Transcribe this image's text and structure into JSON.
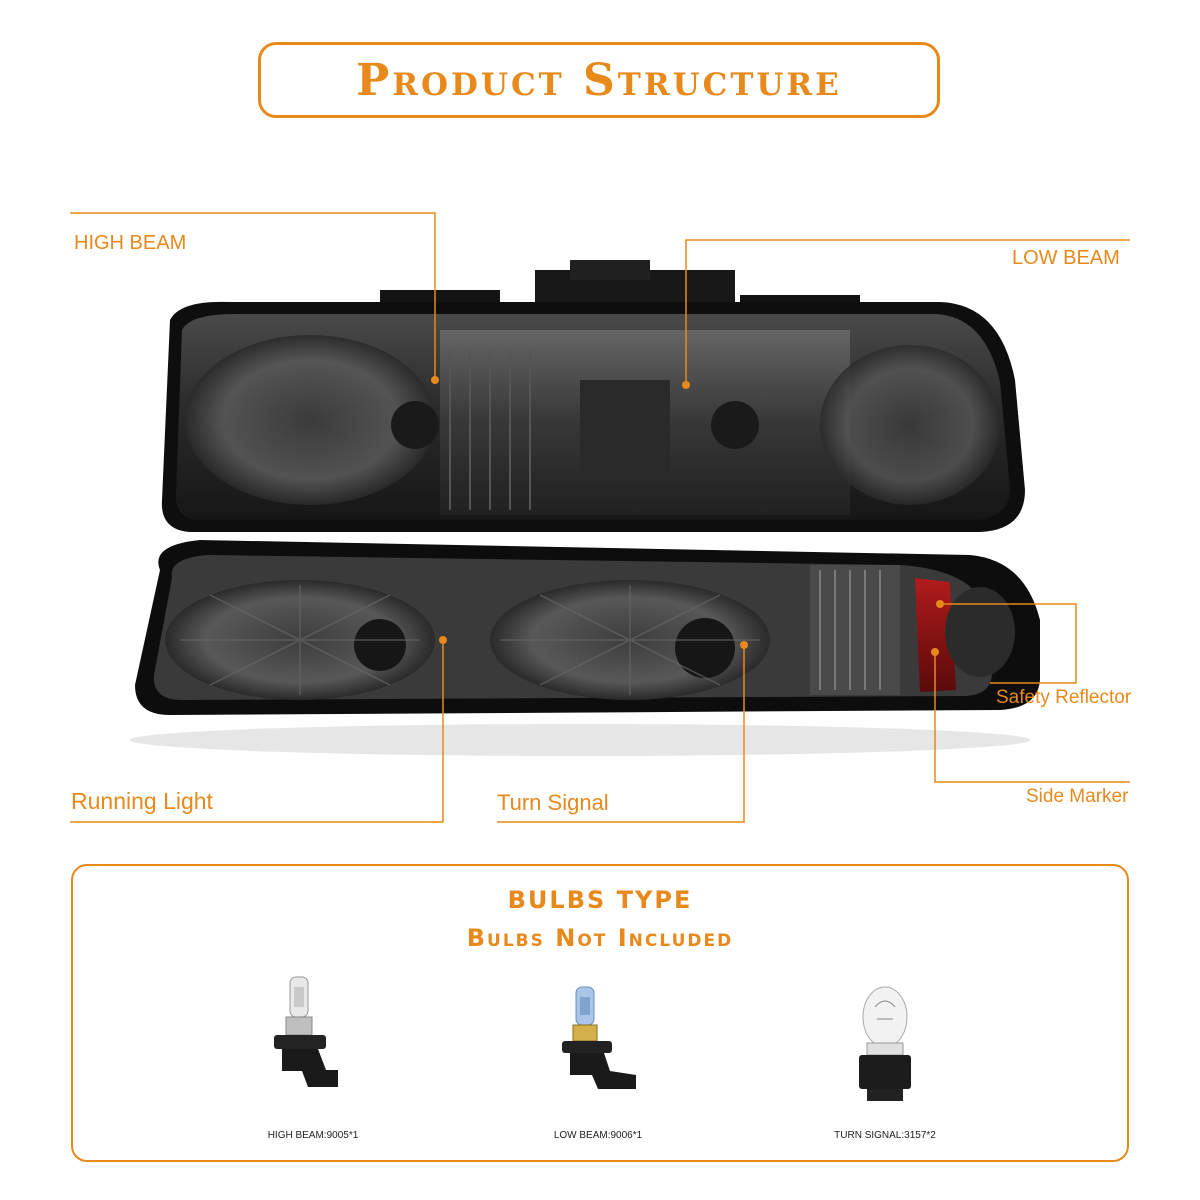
{
  "title": "Product Structure",
  "accent_color": "#E8891C",
  "callouts": {
    "high_beam": "HIGH BEAM",
    "low_beam": "LOW BEAM",
    "safety_reflector": "Safety Reflector",
    "running_light": "Running Light",
    "turn_signal": "Turn Signal",
    "side_marker": "Side Marker"
  },
  "bulbs": {
    "heading": "BULBS TYPE",
    "subheading": "Bulbs Not Included",
    "items": [
      {
        "caption": "HIGH BEAM:9005*1",
        "icon": "hb3-bulb-icon"
      },
      {
        "caption": "LOW BEAM:9006*1",
        "icon": "hb4-bulb-icon"
      },
      {
        "caption": "TURN SIGNAL:3157*2",
        "icon": "3157-bulb-icon"
      }
    ]
  }
}
